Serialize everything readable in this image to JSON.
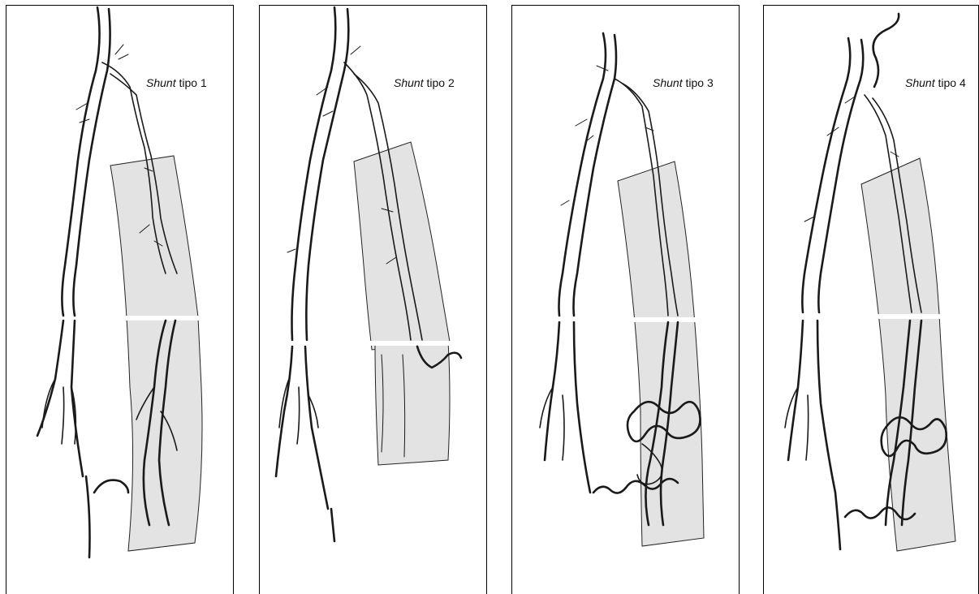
{
  "panels": [
    {
      "label_italic": "Shunt",
      "label_rest": " tipo 1"
    },
    {
      "label_italic": "Shunt",
      "label_rest": " tipo 2"
    },
    {
      "label_italic": "Shunt",
      "label_rest": " tipo 3"
    },
    {
      "label_italic": "Shunt",
      "label_rest": " tipo 4"
    }
  ]
}
